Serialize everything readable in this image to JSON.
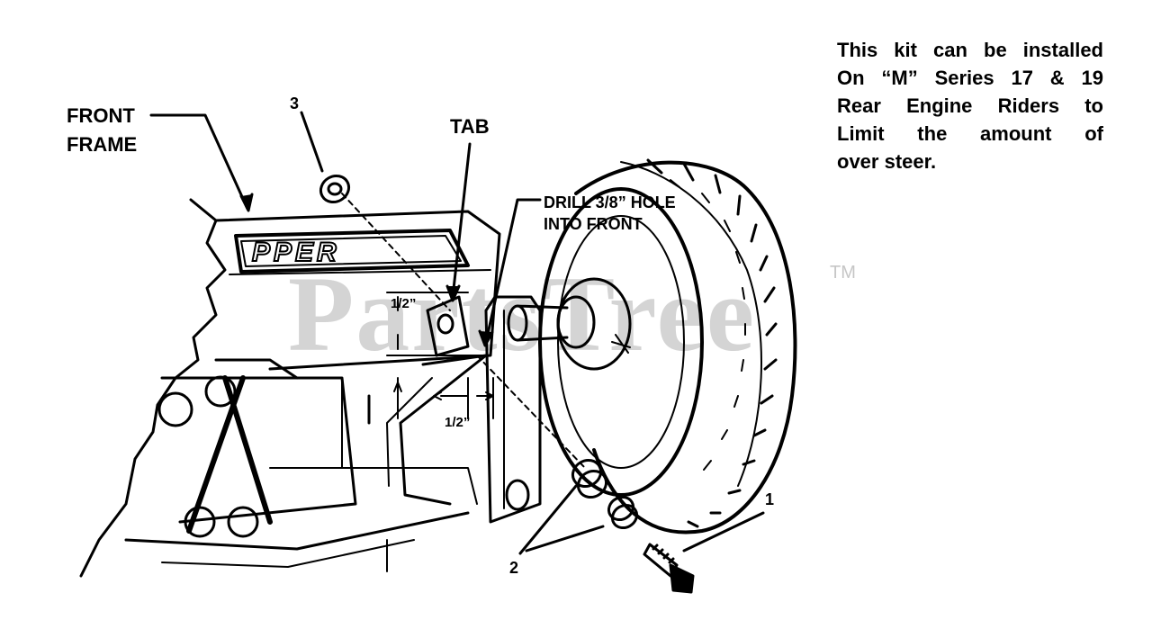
{
  "note_lines": [
    "This kit can be installed",
    "On “M” Series 17 & 19",
    "Rear Engine Riders to",
    "Limit the amount of",
    "over steer."
  ],
  "labels": {
    "front_frame_line1": "FRONT",
    "front_frame_line2": "FRAME",
    "tab": "TAB",
    "drill_line1": "DRILL 3/8” HOLE",
    "drill_line2": "INTO FRONT",
    "dim_vertical": "1/2”",
    "dim_horizontal": "1/2”",
    "callout_1": "1",
    "callout_2": "2",
    "callout_3": "3",
    "frame_decal": "PPER"
  },
  "watermark": {
    "text": "PartsTree",
    "trademark": "TM"
  }
}
